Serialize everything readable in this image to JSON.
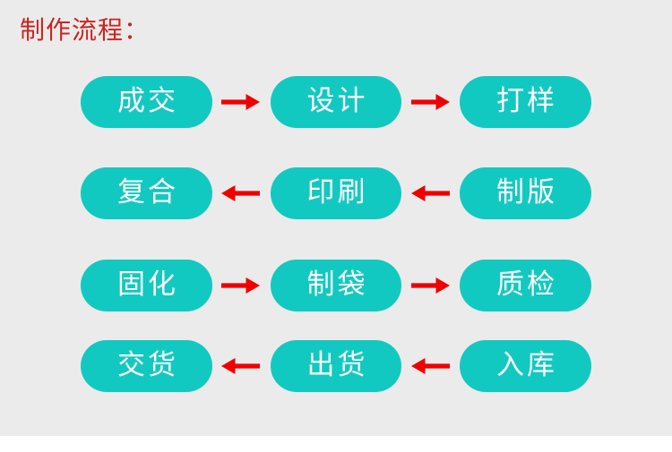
{
  "page": {
    "title": "制作流程：",
    "title_color": "#cb2520",
    "background_color": "#ebebeb",
    "pill_color": "#12c9c1",
    "pill_text_color": "#ffffff",
    "arrow_color": "#ef0000"
  },
  "flow": {
    "rows": [
      {
        "direction": "right",
        "arrow_icon": "arrow-right-icon",
        "steps": [
          {
            "label": "成交"
          },
          {
            "label": "设计"
          },
          {
            "label": "打样"
          }
        ]
      },
      {
        "direction": "left",
        "arrow_icon": "arrow-left-icon",
        "steps": [
          {
            "label": "复合"
          },
          {
            "label": "印刷"
          },
          {
            "label": "制版"
          }
        ]
      },
      {
        "direction": "right",
        "arrow_icon": "arrow-right-icon",
        "steps": [
          {
            "label": "固化"
          },
          {
            "label": "制袋"
          },
          {
            "label": "质检"
          }
        ]
      },
      {
        "direction": "left",
        "arrow_icon": "arrow-left-icon",
        "steps": [
          {
            "label": "交货"
          },
          {
            "label": "出货"
          },
          {
            "label": "入库"
          }
        ]
      }
    ]
  }
}
